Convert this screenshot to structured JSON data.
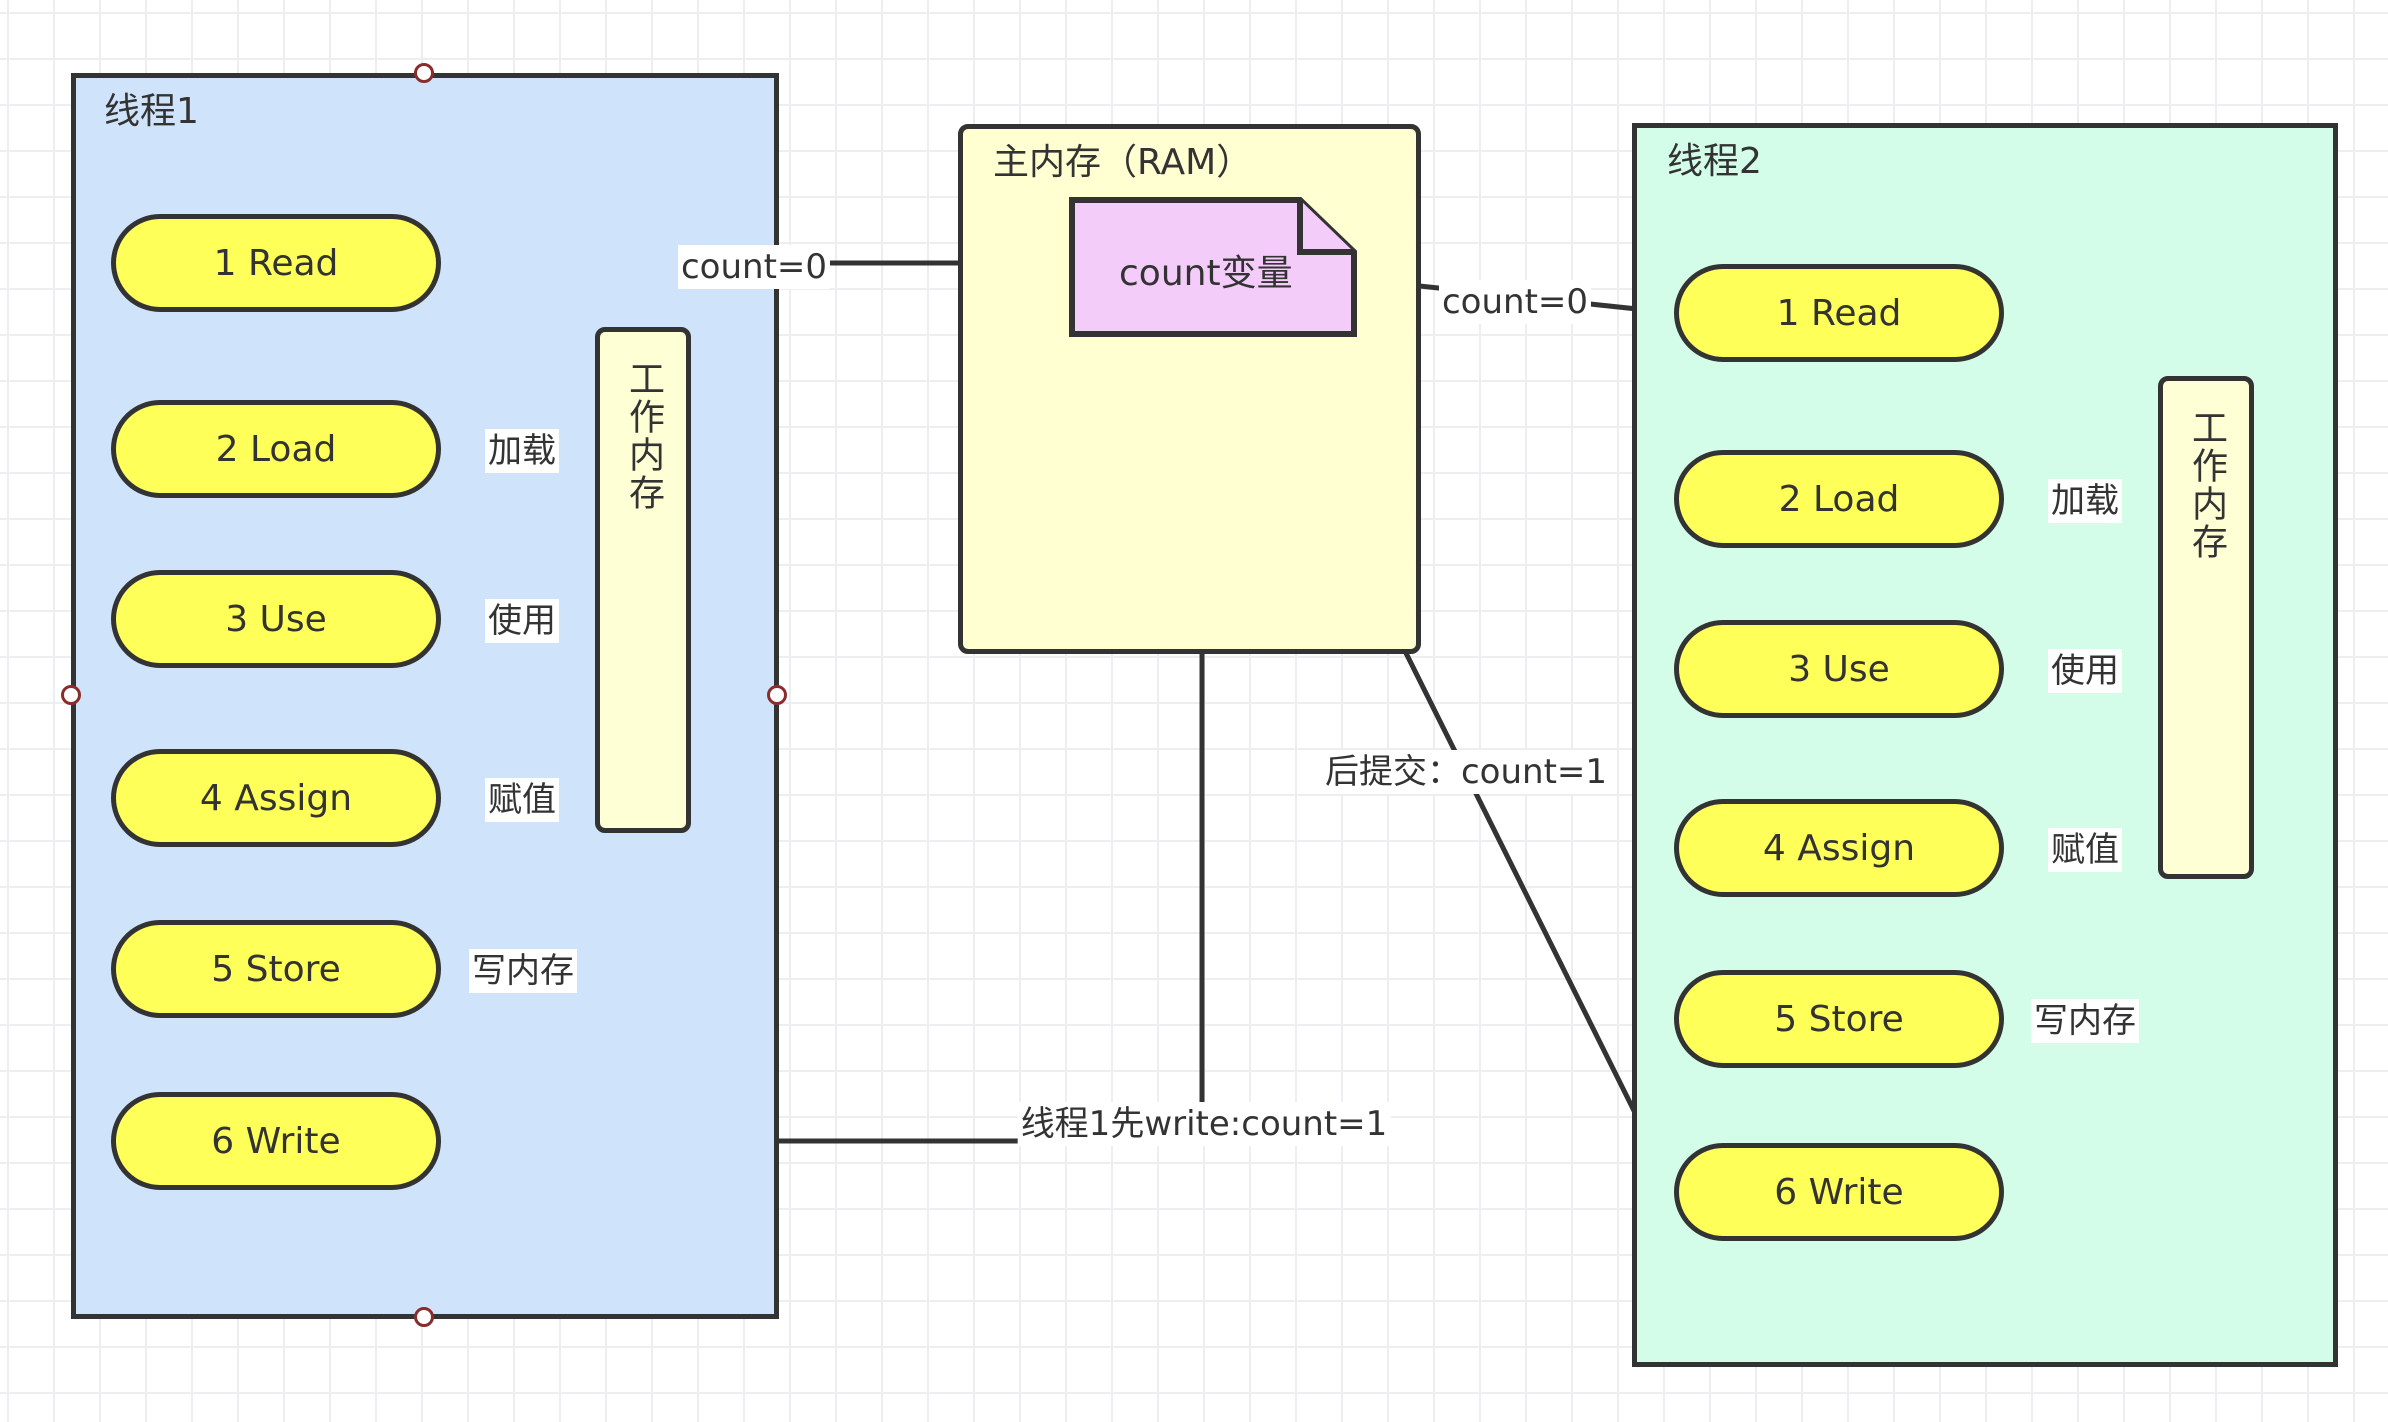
{
  "thread1": {
    "title": "线程1",
    "steps": [
      "1 Read",
      "2 Load",
      "3 Use",
      "4 Assign",
      "5 Store",
      "6 Write"
    ],
    "working_memory": "工作内存",
    "edge_labels": [
      "加载",
      "使用",
      "赋值",
      "写内存"
    ]
  },
  "thread2": {
    "title": "线程2",
    "steps": [
      "1 Read",
      "2 Load",
      "3 Use",
      "4 Assign",
      "5 Store",
      "6 Write"
    ],
    "working_memory": "工作内存",
    "edge_labels": [
      "加载",
      "使用",
      "赋值",
      "写内存"
    ]
  },
  "main_memory": {
    "title": "主内存（RAM）",
    "variable": "count变量"
  },
  "connections": {
    "thread1_read": "count=0",
    "thread2_read": "count=0",
    "thread1_write": "线程1先write:count=1",
    "thread2_write": "后提交：count=1"
  },
  "colors": {
    "thread1_bg": "#cfe3fb",
    "thread2_bg": "#d3fde9",
    "main_memory_bg": "#ffffd2",
    "variable_bg": "#f3ccfa",
    "step_bg": "#ffff5a",
    "working_memory_bg": "#ffffd6",
    "stroke": "#333333",
    "handle": "#8b2c2c"
  }
}
